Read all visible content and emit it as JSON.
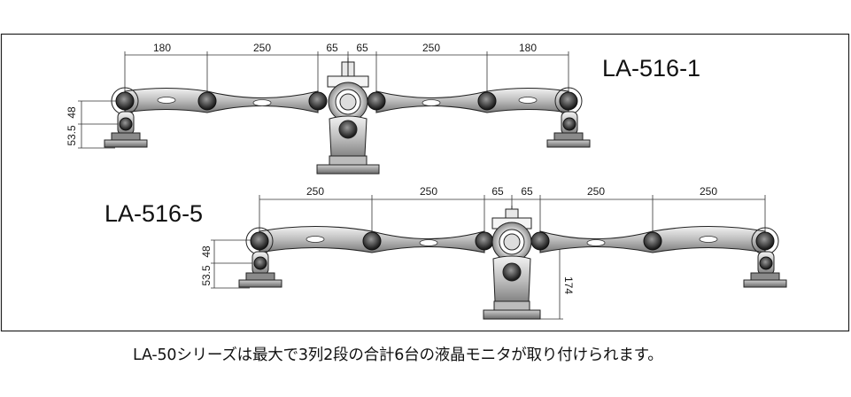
{
  "models": [
    {
      "label": "LA-516-1",
      "top_dims": [
        "180",
        "250",
        "65",
        "65",
        "250",
        "180"
      ],
      "side_dims": [
        "48",
        "53.5"
      ]
    },
    {
      "label": "LA-516-5",
      "top_dims": [
        "250",
        "250",
        "65",
        "65",
        "250",
        "250"
      ],
      "side_dims": [
        "48",
        "53.5"
      ],
      "height_dim": "174"
    }
  ],
  "caption": "LA-50シリーズは最大で3列2段の合計6台の液晶モニタが取り付けられます。"
}
